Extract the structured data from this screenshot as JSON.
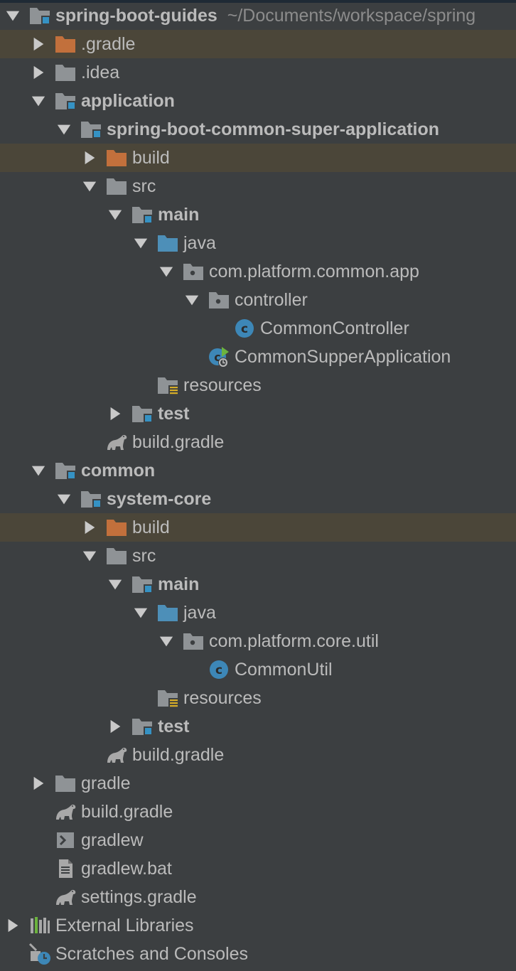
{
  "project": {
    "name": "spring-boot-guides",
    "path": "~/Documents/workspace/spring"
  },
  "tree": [
    {
      "label": "spring-boot-guides",
      "depth": 0,
      "expand": "open",
      "icon": "module-folder",
      "bold": true,
      "suffix": "~/Documents/workspace/spring"
    },
    {
      "label": ".gradle",
      "depth": 1,
      "expand": "closed",
      "icon": "excluded-folder",
      "highlight": true
    },
    {
      "label": ".idea",
      "depth": 1,
      "expand": "closed",
      "icon": "folder"
    },
    {
      "label": "application",
      "depth": 1,
      "expand": "open",
      "icon": "module-folder",
      "bold": true
    },
    {
      "label": "spring-boot-common-super-application",
      "depth": 2,
      "expand": "open",
      "icon": "module-folder",
      "bold": true
    },
    {
      "label": "build",
      "depth": 3,
      "expand": "closed",
      "icon": "excluded-folder",
      "highlight": true
    },
    {
      "label": "src",
      "depth": 3,
      "expand": "open",
      "icon": "folder"
    },
    {
      "label": "main",
      "depth": 4,
      "expand": "open",
      "icon": "module-folder",
      "bold": true
    },
    {
      "label": "java",
      "depth": 5,
      "expand": "open",
      "icon": "source-folder"
    },
    {
      "label": "com.platform.common.app",
      "depth": 6,
      "expand": "open",
      "icon": "package"
    },
    {
      "label": "controller",
      "depth": 7,
      "expand": "open",
      "icon": "package"
    },
    {
      "label": "CommonController",
      "depth": 8,
      "expand": "none",
      "icon": "class"
    },
    {
      "label": "CommonSupperApplication",
      "depth": 7,
      "expand": "none",
      "icon": "spring-boot-class"
    },
    {
      "label": "resources",
      "depth": 5,
      "expand": "none",
      "icon": "resources-folder"
    },
    {
      "label": "test",
      "depth": 4,
      "expand": "closed",
      "icon": "module-folder",
      "bold": true
    },
    {
      "label": "build.gradle",
      "depth": 3,
      "expand": "none",
      "icon": "gradle"
    },
    {
      "label": "common",
      "depth": 1,
      "expand": "open",
      "icon": "module-folder",
      "bold": true
    },
    {
      "label": "system-core",
      "depth": 2,
      "expand": "open",
      "icon": "module-folder",
      "bold": true
    },
    {
      "label": "build",
      "depth": 3,
      "expand": "closed",
      "icon": "excluded-folder",
      "highlight": true
    },
    {
      "label": "src",
      "depth": 3,
      "expand": "open",
      "icon": "folder"
    },
    {
      "label": "main",
      "depth": 4,
      "expand": "open",
      "icon": "module-folder",
      "bold": true
    },
    {
      "label": "java",
      "depth": 5,
      "expand": "open",
      "icon": "source-folder"
    },
    {
      "label": "com.platform.core.util",
      "depth": 6,
      "expand": "open",
      "icon": "package"
    },
    {
      "label": "CommonUtil",
      "depth": 7,
      "expand": "none",
      "icon": "class"
    },
    {
      "label": "resources",
      "depth": 5,
      "expand": "none",
      "icon": "resources-folder"
    },
    {
      "label": "test",
      "depth": 4,
      "expand": "closed",
      "icon": "module-folder",
      "bold": true
    },
    {
      "label": "build.gradle",
      "depth": 3,
      "expand": "none",
      "icon": "gradle"
    },
    {
      "label": "gradle",
      "depth": 1,
      "expand": "closed",
      "icon": "folder"
    },
    {
      "label": "build.gradle",
      "depth": 1,
      "expand": "none",
      "icon": "gradle"
    },
    {
      "label": "gradlew",
      "depth": 1,
      "expand": "none",
      "icon": "shell-script"
    },
    {
      "label": "gradlew.bat",
      "depth": 1,
      "expand": "none",
      "icon": "text-file"
    },
    {
      "label": "settings.gradle",
      "depth": 1,
      "expand": "none",
      "icon": "gradle"
    },
    {
      "label": "External Libraries",
      "depth": 0,
      "expand": "closed",
      "icon": "libraries"
    },
    {
      "label": "Scratches and Consoles",
      "depth": 0,
      "expand": "none",
      "icon": "scratches"
    }
  ],
  "colors": {
    "background": "#3c3f41",
    "highlight_row": "#4b4639",
    "text": "#bbbbbb",
    "muted_text": "#8c8c8c",
    "folder": "#8f9396",
    "module_marker": "#3592c4",
    "source_folder": "#4d8fb8",
    "excluded_folder": "#c2703c",
    "class_badge": "#3d87b7",
    "spring_green": "#6cb33e",
    "resources_marker": "#d6ad28"
  }
}
